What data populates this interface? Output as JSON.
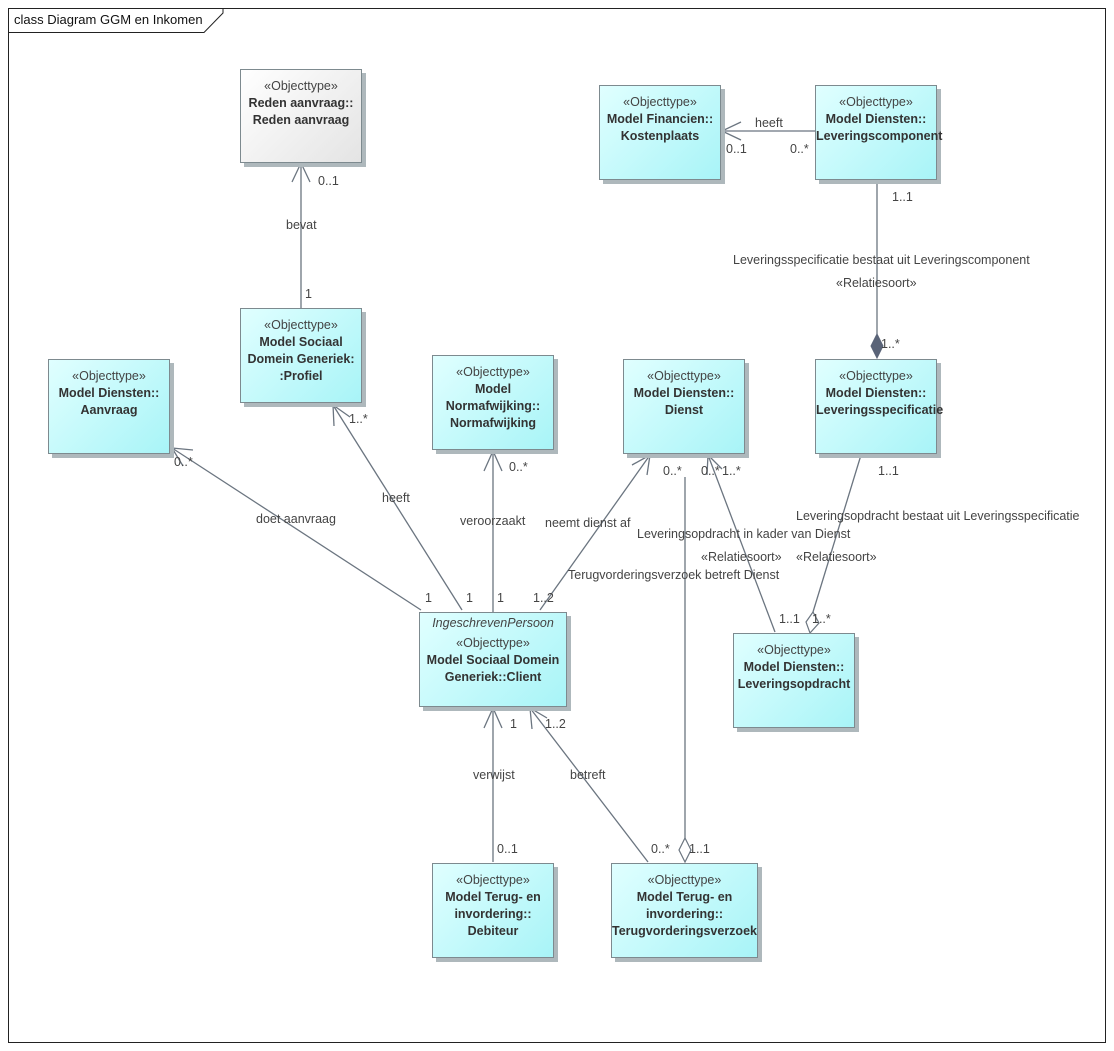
{
  "frame": {
    "title": "class Diagram GGM en Inkomen"
  },
  "stereotype": "«Objecttype»",
  "classes": {
    "reden": {
      "name": "Reden aanvraag::\nReden aanvraag"
    },
    "kosten": {
      "name": "Model Financien::\nKostenplaats"
    },
    "levcomp": {
      "name": "Model Diensten::\nLeveringscomponent"
    },
    "profiel": {
      "name": "Model Sociaal\nDomein Generiek:\n:Profiel"
    },
    "aanvraag": {
      "name": "Model Diensten::\nAanvraag"
    },
    "normafw": {
      "name": "Model\nNormafwijking::\nNormafwijking"
    },
    "dienst": {
      "name": "Model Diensten::\nDienst"
    },
    "levspec": {
      "name": "Model Diensten::\nLeveringsspecificatie"
    },
    "client": {
      "italic": "IngeschrevenPersoon",
      "name": "Model Sociaal Domein\nGeneriek::Client"
    },
    "levopdr": {
      "name": "Model Diensten::\nLeveringsopdracht"
    },
    "debiteur": {
      "name": "Model Terug- en\ninvordering::\nDebiteur"
    },
    "terugvz": {
      "name": "Model Terug- en\ninvordering::\nTerugvorderingsverzoek"
    }
  },
  "labels": {
    "bevat": "bevat",
    "bevat_m1": "0..1",
    "bevat_m2": "1",
    "heeft_kp": "heeft",
    "heeft_kp_m1": "0..1",
    "heeft_kp_m2": "0..*",
    "levcomp_m1": "1..1",
    "levspec_rel": "Leveringsspecificatie bestaat uit Leveringscomponent",
    "relatiesoort": "«Relatiesoort»",
    "levspec_m2": "1..*",
    "doet_aanvraag": "doet aanvraag",
    "aanvraag_m": "0..*",
    "aanvraag_m2": "1",
    "heeft_pr": "heeft",
    "profiel_m": "1..*",
    "profiel_m2": "1",
    "veroorzaakt": "veroorzaakt",
    "normafw_m": "0..*",
    "normafw_m2": "1",
    "neemt_dienst": "neemt dienst af",
    "neemt_m1": "1..2",
    "dienst_m1": "0..*",
    "dienst_m2": "0..*",
    "dienst_m3": "1..*",
    "levopdr_rel": "Leveringsopdracht in kader van Dienst",
    "terugvz_rel": "Terugvorderingsverzoek betreft Dienst",
    "levspec_m1": "1..1",
    "levopdr_spec_rel": "Leveringsopdracht bestaat uit Leveringsspecificatie",
    "levopdr_m1": "1..1",
    "levopdr_m2": "1..*",
    "verwijst": "verwijst",
    "verwijst_m1": "1",
    "verwijst_m2": "0..1",
    "betreft": "betreft",
    "betreft_m1": "1..2",
    "betreft_m2": "0..*",
    "terugvz_m": "1..1"
  }
}
